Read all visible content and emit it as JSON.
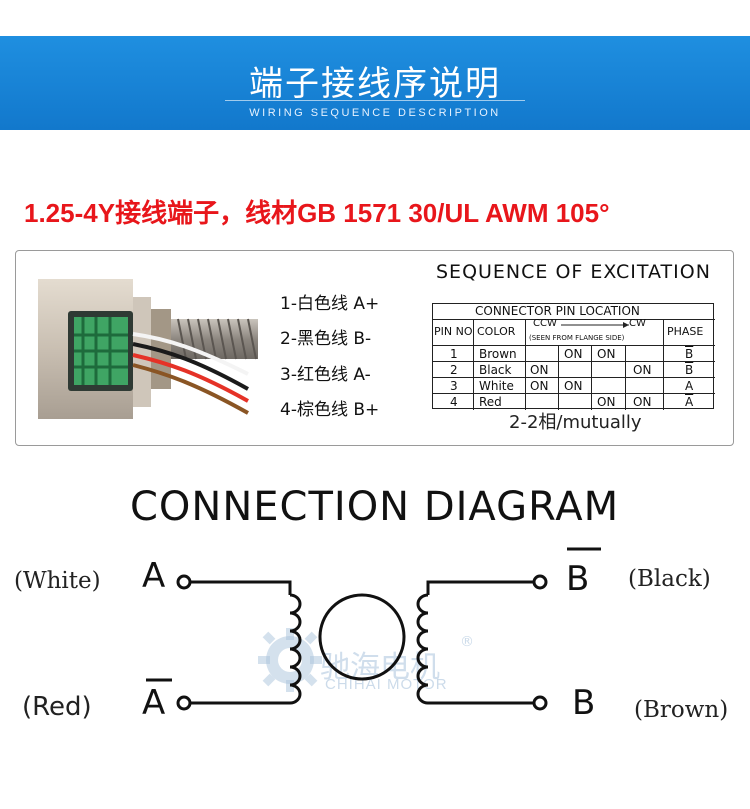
{
  "banner": {
    "title": "端子接线序说明",
    "subtitle": "WIRING SEQUENCE DESCRIPTION",
    "color": "#1782d6"
  },
  "spec_line": "1.25-4Y接线端子，线材GB 1571 30/UL  AWM 105°",
  "wires": [
    {
      "label": "1-白色线 A+"
    },
    {
      "label": "2-黑色线 B-"
    },
    {
      "label": "3-红色线 A-"
    },
    {
      "label": "4-棕色线 B+"
    }
  ],
  "excitation": {
    "title": "SEQUENCE  OF  EXCITATION",
    "header": "CONNECTOR  PIN  LOCATION",
    "col_pin": "PIN  NO",
    "col_color": "COLOR",
    "ccw": "CCW",
    "cw": "CW",
    "view_note": "(SEEN  FROM  FLANGE  SIDE)",
    "col_phase": "PHASE",
    "rows": [
      {
        "pin": "1",
        "color": "Brown",
        "steps": [
          "",
          "ON",
          "ON",
          ""
        ],
        "phase": "B"
      },
      {
        "pin": "2",
        "color": "Black",
        "steps": [
          "ON",
          "",
          "",
          "ON"
        ],
        "phase": "B"
      },
      {
        "pin": "3",
        "color": "White",
        "steps": [
          "ON",
          "ON",
          "",
          ""
        ],
        "phase": "A"
      },
      {
        "pin": "4",
        "color": "Red",
        "steps": [
          "",
          "",
          "ON",
          "ON"
        ],
        "phase": "A"
      }
    ],
    "footnote": "2-2相/mutually"
  },
  "diagram": {
    "title": "CONNECTION  DIAGRAM",
    "left_top": {
      "color": "(White)",
      "pin": "A"
    },
    "left_bottom": {
      "color": "(Red)",
      "pin": "A"
    },
    "right_top": {
      "color": "(Black)",
      "pin": "B"
    },
    "right_bottom": {
      "color": "(Brown)",
      "pin": "B"
    }
  },
  "watermark": {
    "text": "驰海电机",
    "sub": "CHIHAI MOTOR",
    "reg": "®"
  }
}
